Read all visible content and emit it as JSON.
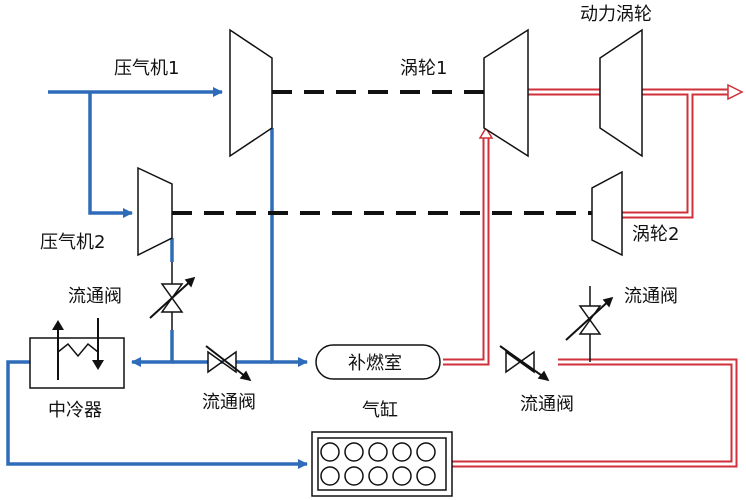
{
  "labels": {
    "compressor1": "压气机1",
    "compressor2": "压气机2",
    "turbine1": "涡轮1",
    "turbine2": "涡轮2",
    "power_turbine": "动力涡轮",
    "valve_left_top": "流通阀",
    "valve_center": "流通阀",
    "valve_right_top": "流通阀",
    "valve_right_bottom": "流通阀",
    "intercooler": "中冷器",
    "afterburner": "补燃室",
    "cylinder": "气缸"
  },
  "colors": {
    "cold_air_flow": "#2e6bb8",
    "exhaust_flow": "#d0303a",
    "shaft": "#111111",
    "component_outline": "#111111"
  },
  "icons": {
    "valve": "bow-tie-valve-icon",
    "flow_arrow": "arrowhead-icon",
    "cylinder_bore": "circle-icon"
  }
}
